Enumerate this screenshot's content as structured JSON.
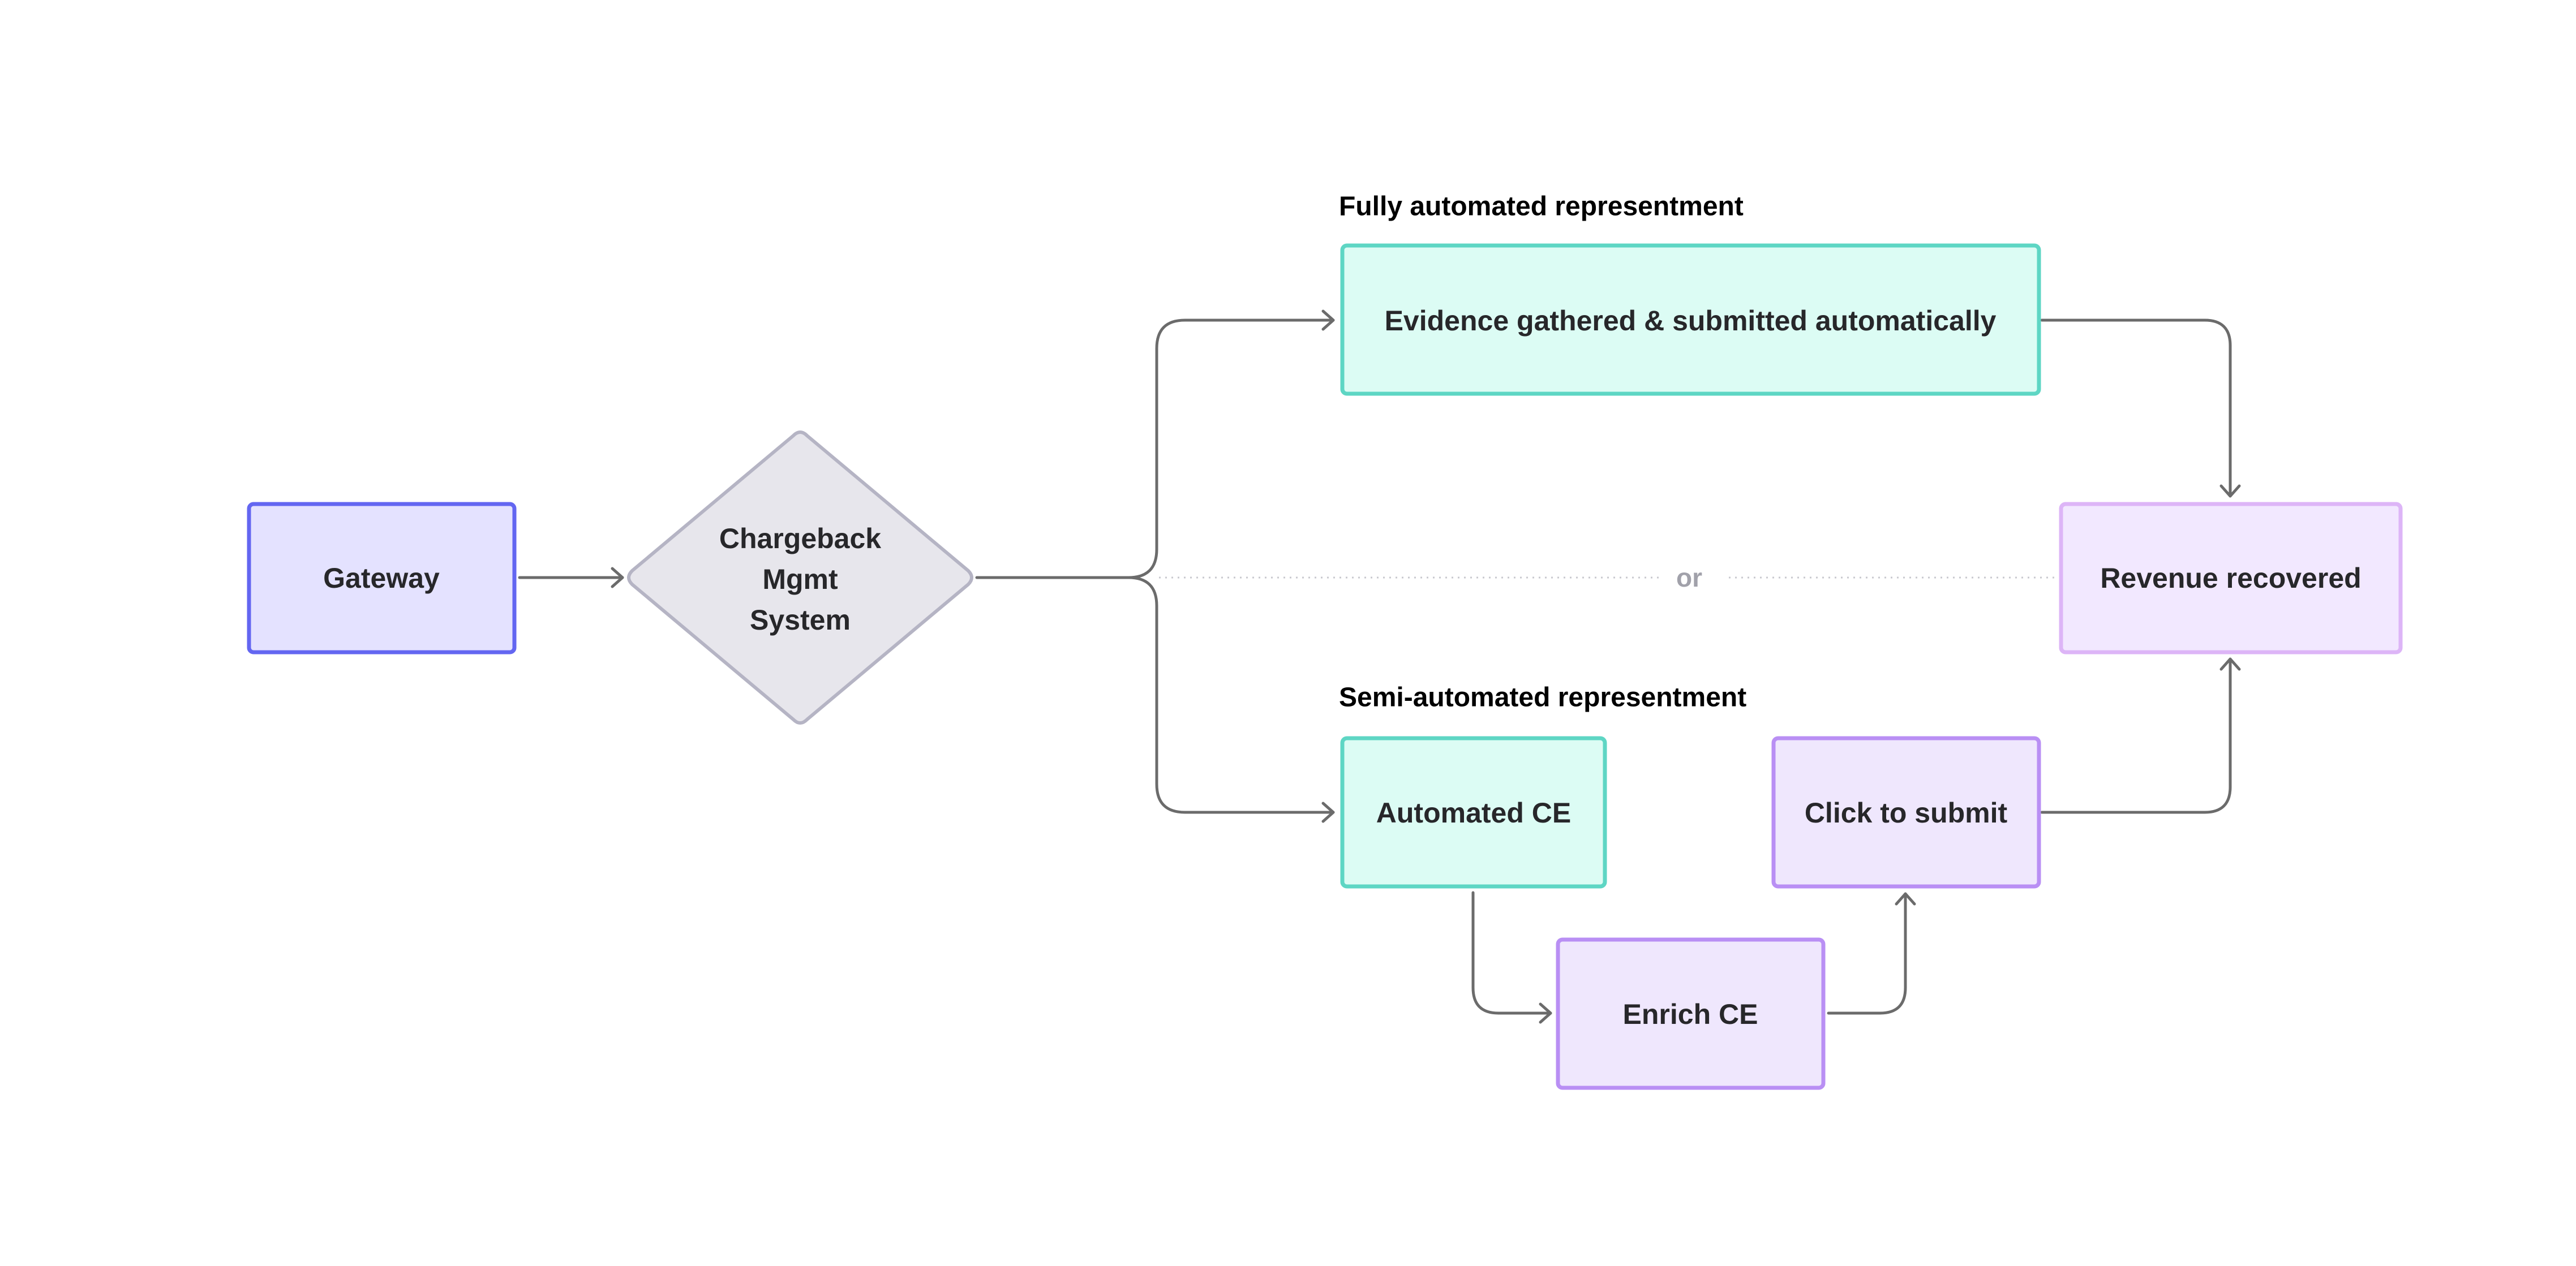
{
  "colors": {
    "edge": "#6b6b6b",
    "separator": "#c9c9cf",
    "or_text": "#a1a1aa",
    "gateway": {
      "fill": "#e4e2ff",
      "stroke": "#6366f1"
    },
    "decision": {
      "fill": "#e7e6ec",
      "stroke": "#b5b4c4"
    },
    "teal": {
      "fill": "#dcfcf4",
      "stroke": "#5ed6c4"
    },
    "purple": {
      "fill": "#efe7fd",
      "stroke": "#b98ff4"
    },
    "revenue": {
      "fill": "#f2e8ff",
      "stroke": "#ddb5f7"
    }
  },
  "sections": {
    "fully_automated": "Fully automated representment",
    "semi_automated": "Semi-automated representment"
  },
  "separator_label": "or",
  "nodes": {
    "gateway": "Gateway",
    "chargeback": [
      "Chargeback",
      "Mgmt",
      "System"
    ],
    "evidence": "Evidence gathered & submitted automatically",
    "revenue": "Revenue recovered",
    "automated_ce": "Automated CE",
    "click_submit": "Click to submit",
    "enrich_ce": "Enrich CE"
  }
}
